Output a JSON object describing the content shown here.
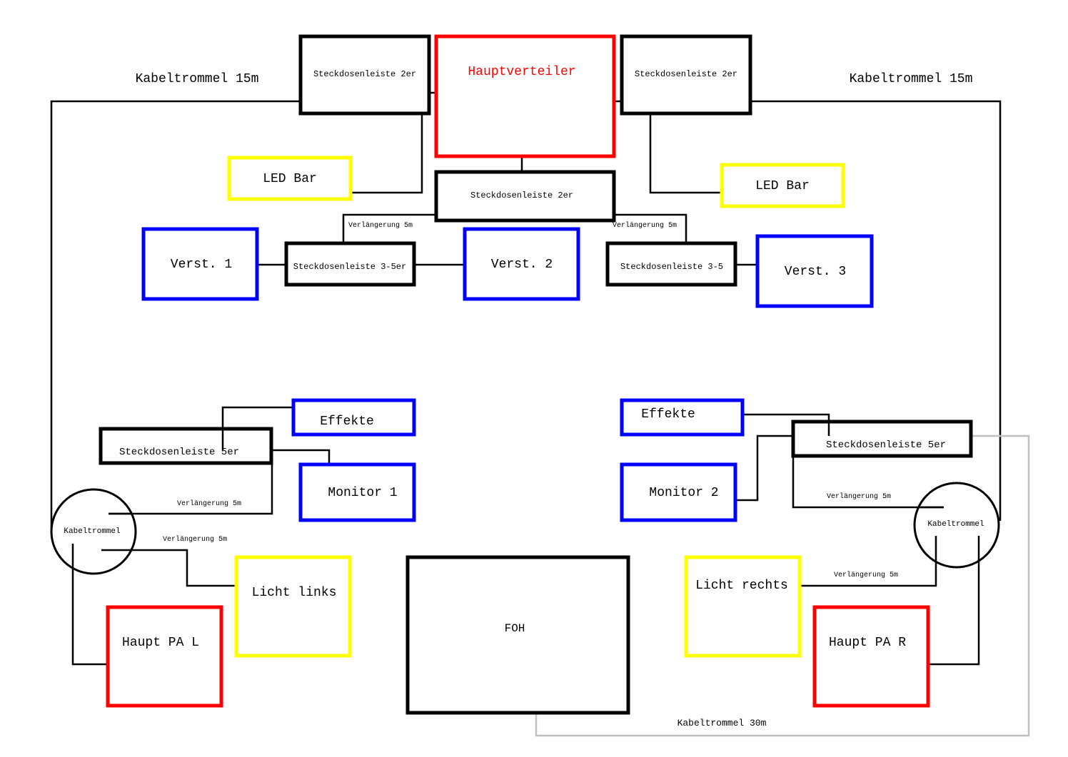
{
  "colors": {
    "red": "#ff0000",
    "yellow": "#ffff00",
    "blue": "#0000ff",
    "black": "#000000",
    "gray": "#c0c0c0"
  },
  "boxes": {
    "hauptverteiler": "Hauptverteiler",
    "steck_top_left": "Steckdosenleiste 2er",
    "steck_top_right": "Steckdosenleiste 2er",
    "steck_center": "Steckdosenleiste 2er",
    "led_left": "LED Bar",
    "led_right": "LED Bar",
    "verst1": "Verst. 1",
    "verst2": "Verst. 2",
    "verst3": "Verst. 3",
    "steck_35_left": "Steckdosenleiste 3-5er",
    "steck_35_right": "Steckdosenleiste 3-5",
    "effekte_left": "Effekte",
    "effekte_right": "Effekte",
    "steck5_left": "Steckdosenleiste 5er",
    "steck5_right": "Steckdosenleiste 5er",
    "monitor1": "Monitor 1",
    "monitor2": "Monitor 2",
    "licht_links": "Licht links",
    "licht_rechts": "Licht rechts",
    "haupt_pa_l": "Haupt PA L",
    "haupt_pa_r": "Haupt PA R",
    "foh": "FOH"
  },
  "circles": {
    "drum_left": "Kabeltrommel",
    "drum_right": "Kabeltrommel"
  },
  "labels": {
    "kabel15_left": "Kabeltrommel 15m",
    "kabel15_right": "Kabeltrommel 15m",
    "kabel30": "Kabeltrommel 30m",
    "verl_center_left": "Verlängerung 5m",
    "verl_center_right": "Verlängerung 5m",
    "verl_lower_left_1": "Verlängerung 5m",
    "verl_lower_left_2": "Verlängerung 5m",
    "verl_lower_right_1": "Verlängerung 5m",
    "verl_lower_right_2": "Verlängerung 5m"
  }
}
